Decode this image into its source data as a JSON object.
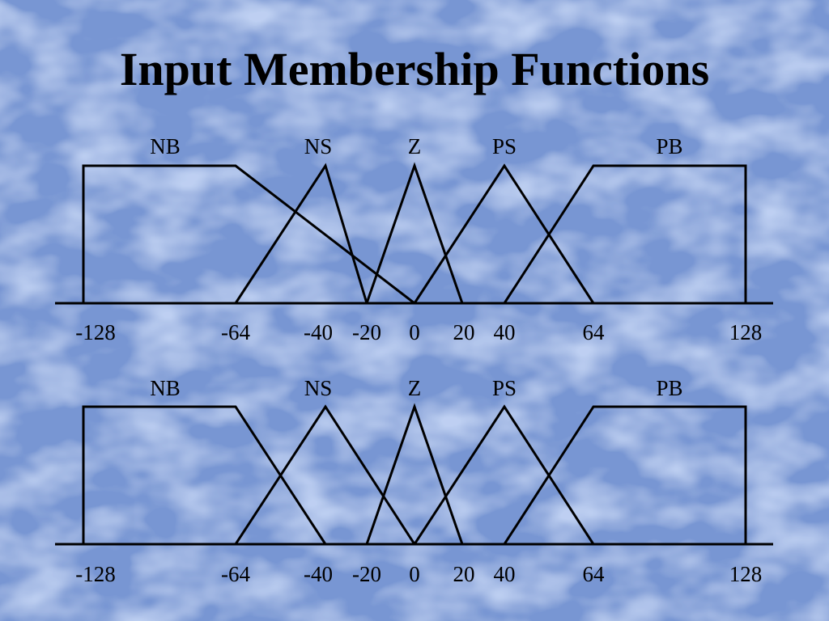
{
  "title": "Input Membership Functions",
  "colors": {
    "background": "#6f8fcf",
    "lines": "#000000"
  },
  "charts": [
    {
      "x_ticks": [
        "-128",
        "-64",
        "-40",
        "-20",
        "0",
        "20",
        "40",
        "64",
        "128"
      ],
      "sets": [
        {
          "label": "NB",
          "points": [
            [
              -128,
              0
            ],
            [
              -128,
              1
            ],
            [
              -64,
              1
            ],
            [
              0,
              0
            ]
          ]
        },
        {
          "label": "NS",
          "points": [
            [
              -64,
              0
            ],
            [
              -40,
              1
            ],
            [
              -20,
              0
            ]
          ]
        },
        {
          "label": "Z",
          "points": [
            [
              -20,
              0
            ],
            [
              0,
              1
            ],
            [
              20,
              0
            ]
          ]
        },
        {
          "label": "PS",
          "points": [
            [
              0,
              0
            ],
            [
              40,
              1
            ],
            [
              64,
              0
            ]
          ]
        },
        {
          "label": "PB",
          "points": [
            [
              40,
              0
            ],
            [
              64,
              1
            ],
            [
              128,
              1
            ],
            [
              128,
              0
            ]
          ]
        }
      ]
    },
    {
      "x_ticks": [
        "-128",
        "-64",
        "-40",
        "-20",
        "0",
        "20",
        "40",
        "64",
        "128"
      ],
      "sets": [
        {
          "label": "NB",
          "points": [
            [
              -128,
              0
            ],
            [
              -128,
              1
            ],
            [
              -64,
              1
            ],
            [
              -40,
              0
            ]
          ]
        },
        {
          "label": "NS",
          "points": [
            [
              -64,
              0
            ],
            [
              -40,
              1
            ],
            [
              0,
              0
            ]
          ]
        },
        {
          "label": "Z",
          "points": [
            [
              -20,
              0
            ],
            [
              0,
              1
            ],
            [
              20,
              0
            ]
          ]
        },
        {
          "label": "PS",
          "points": [
            [
              0,
              0
            ],
            [
              40,
              1
            ],
            [
              64,
              0
            ]
          ]
        },
        {
          "label": "PB",
          "points": [
            [
              40,
              0
            ],
            [
              64,
              1
            ],
            [
              128,
              1
            ],
            [
              128,
              0
            ]
          ]
        }
      ]
    }
  ]
}
